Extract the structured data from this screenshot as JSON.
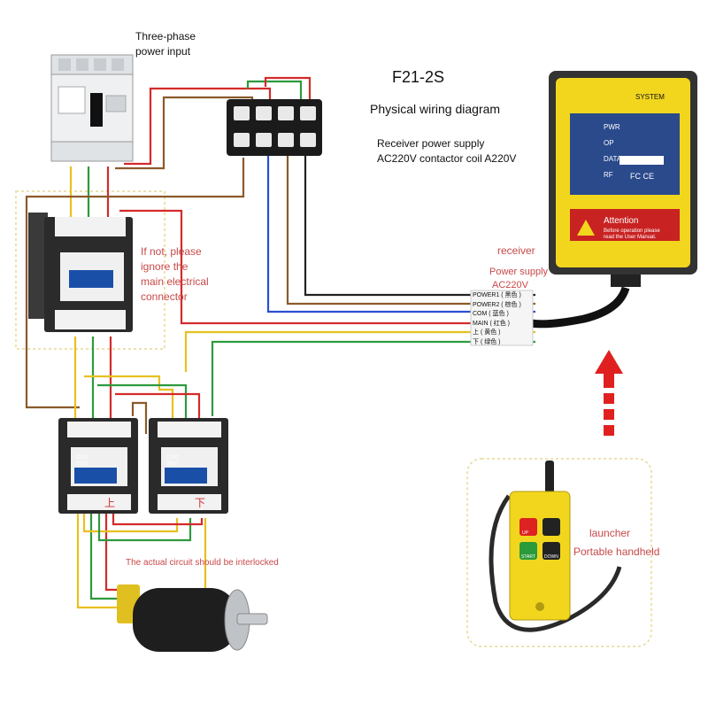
{
  "title": "F21-2S",
  "subtitle": "Physical wiring diagram",
  "power_input_label": [
    "Three-phase",
    "power input"
  ],
  "supply_note": [
    "Receiver power supply",
    "AC220V contactor coil A220V"
  ],
  "receiver_label": "receiver",
  "receiver_power_label": [
    "Power supply",
    "AC220V"
  ],
  "optional_note": [
    "If not, please",
    "ignore the",
    "main electrical",
    "connector"
  ],
  "interlock_note": "The actual circuit should be interlocked",
  "launcher_label": "launcher",
  "handheld_label": "Portable handheld",
  "receiver_panel": {
    "system_label": "SYSTEM",
    "indicators": [
      "PWR",
      "OP",
      "DATA",
      "RF"
    ],
    "cert_marks": "FC CE",
    "attention_title": "Attention",
    "attention_text": [
      "Before operation please",
      "read the User Manual."
    ]
  },
  "wire_terminals": [
    "POWER1 ( 黑色 )",
    "POWER2 ( 棕色 )",
    "COM ( 蓝色 )",
    "MAIN ( 红色 )",
    "上 ( 黄色 )",
    "下 ( 绿色 )"
  ],
  "contactors": [
    {
      "model": "CJX2",
      "rating": "0910",
      "mark": "上"
    },
    {
      "model": "CJX2",
      "rating": "0910",
      "mark": "下"
    }
  ],
  "remote_buttons": [
    "UP",
    "",
    "START",
    "DOWN"
  ],
  "colors": {
    "wire_red": "#d42a2a",
    "wire_green": "#2e9a3e",
    "wire_yellow": "#e8c020",
    "wire_brown": "#8b5a2b",
    "wire_black": "#222222",
    "wire_blue": "#2a4fd0",
    "receiver_yellow": "#f2d61e",
    "arrow_red": "#e02020",
    "dashed_frame": "#e8d890"
  }
}
